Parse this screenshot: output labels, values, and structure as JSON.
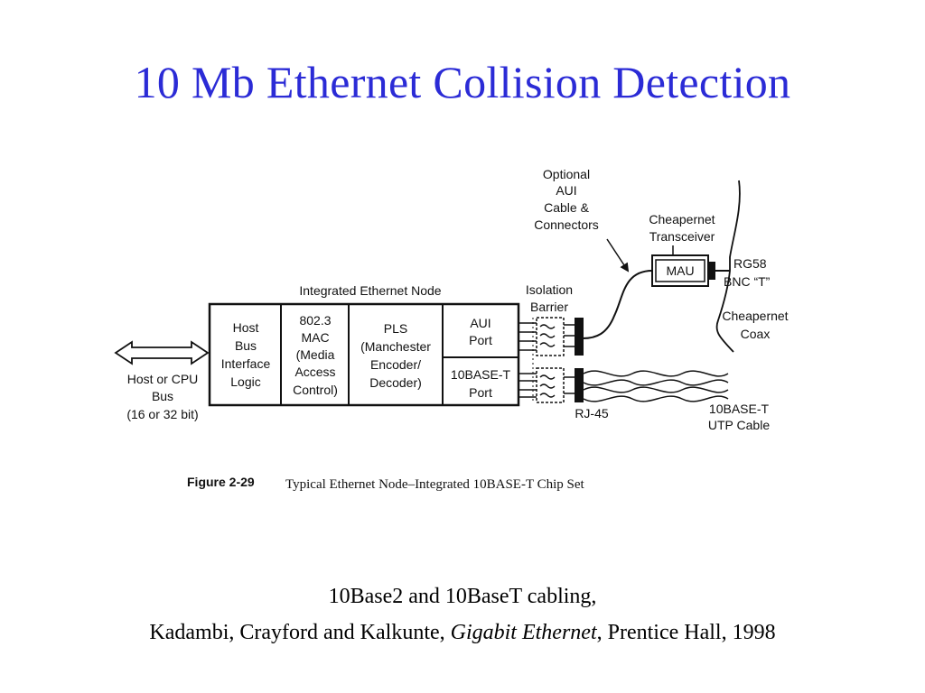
{
  "slide": {
    "title": "10 Mb Ethernet Collision Detection"
  },
  "diagram": {
    "labels": {
      "optional_aui": [
        "Optional",
        "AUI",
        "Cable &",
        "Connectors"
      ],
      "cheapernet_transceiver": [
        "Cheapernet",
        "Transceiver"
      ],
      "mau": "MAU",
      "rg58": [
        "RG58",
        "BNC “T”"
      ],
      "integrated_node": "Integrated Ethernet Node",
      "isolation_barrier": [
        "Isolation",
        "Barrier"
      ],
      "cheapernet_coax": [
        "Cheapernet",
        "Coax"
      ],
      "host_bus_interface": [
        "Host",
        "Bus",
        "Interface",
        "Logic"
      ],
      "mac": [
        "802.3",
        "MAC",
        "(Media",
        "Access",
        "Control)"
      ],
      "pls": [
        "PLS",
        "(Manchester",
        "Encoder/",
        "Decoder)"
      ],
      "aui_port": [
        "AUI",
        "Port"
      ],
      "tenbaset_port": [
        "10BASE-T",
        "Port"
      ],
      "host_cpu_bus": [
        "Host or CPU",
        "Bus",
        "(16 or 32 bit)"
      ],
      "rj45": "RJ-45",
      "utp_cable": [
        "10BASE-T",
        "UTP Cable"
      ]
    },
    "caption": {
      "figure_number": "Figure 2-29",
      "text": "Typical Ethernet Node–Integrated 10BASE-T Chip Set"
    }
  },
  "citation": {
    "line1": "10Base2 and 10BaseT cabling,",
    "authors": "Kadambi, Crayford and Kalkunte, ",
    "book_title": "Gigabit Ethernet",
    "publisher": ", Prentice Hall, 1998"
  }
}
